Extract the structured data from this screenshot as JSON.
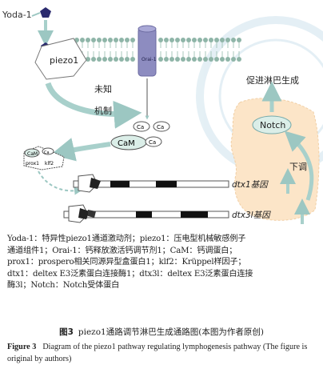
{
  "diagram": {
    "yoda_label": "Yoda-1",
    "piezo1_label": "piezo1",
    "orai_label": "Orai-1",
    "unknown_mechanism": [
      "未知",
      "机制"
    ],
    "ca_label": "Ca",
    "cam_label": "CaM",
    "complex_labels": [
      "CaM",
      "Ca",
      "prox1",
      "klf2"
    ],
    "promote_label": "促进淋巴生成",
    "notch_label": "Notch",
    "downregulate_label": "下调",
    "gene1_label": "dtx1基因",
    "gene2_label": "dtx3l基因",
    "colors": {
      "membrane_head": "#8fb5a8",
      "membrane_tail": "#a9c9bd",
      "orai": "#8d8cc0",
      "yoda": "#2b2a6e",
      "cell": "#fce5c8",
      "cam": "#dbeee8",
      "arrow": "#a8d0cb",
      "watermark": "#e2eef4"
    }
  },
  "legend": [
    "Yoda-1：特异性piezo1通道激动剂；piezo1：压电型机械敏感例子",
    "通道组件1；Orai-1：钙释放激活钙调节剂1；CaM：钙调蛋白；",
    "prox1：prospero相关同源异型盒蛋白1；klf2：Krüppel样因子；",
    "dtx1：deltex E3泛素蛋白连接酶1；dtx3l：deltex E3泛素蛋白连接",
    "酶3l；Notch：Notch受体蛋白"
  ],
  "caption_cn": {
    "figure_no": "图3",
    "text": "piezo1通路调节淋巴生成通路图(本图为作者原创)"
  },
  "caption_en": {
    "figure_no": "Figure 3",
    "text": "Diagram of the piezo1 pathway regulating lymphogenesis pathway (The figure is original by authors)"
  }
}
